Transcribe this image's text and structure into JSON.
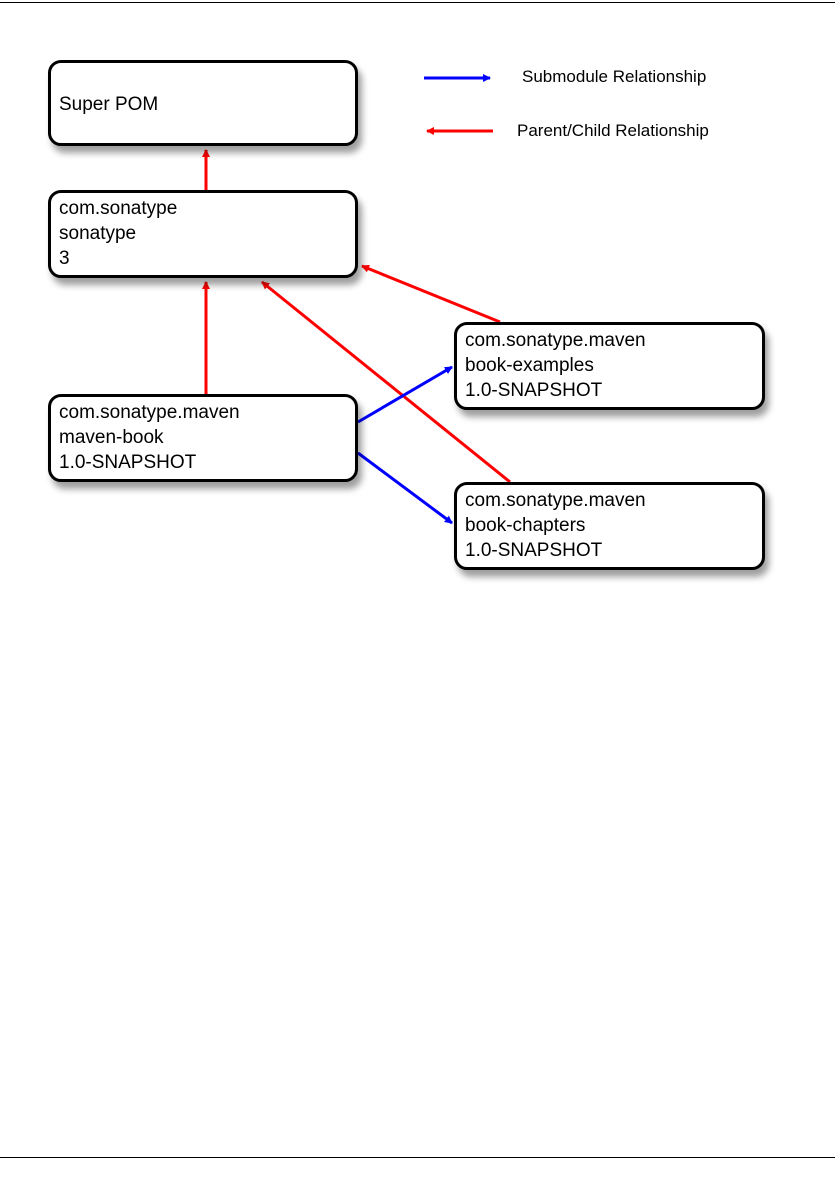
{
  "legend": {
    "submodule": {
      "label": "Submodule Relationship",
      "color": "#0000ff"
    },
    "parent_child": {
      "label": "Parent/Child Relationship",
      "color": "#ff0000"
    }
  },
  "nodes": {
    "super_pom": {
      "lines": [
        "Super POM"
      ]
    },
    "sonatype": {
      "lines": [
        "com.sonatype",
        "sonatype",
        "3"
      ]
    },
    "maven_book": {
      "lines": [
        "com.sonatype.maven",
        "maven-book",
        "1.0-SNAPSHOT"
      ]
    },
    "book_examples": {
      "lines": [
        "com.sonatype.maven",
        "book-examples",
        "1.0-SNAPSHOT"
      ]
    },
    "book_chapters": {
      "lines": [
        "com.sonatype.maven",
        "book-chapters",
        "1.0-SNAPSHOT"
      ]
    }
  },
  "relationships": [
    {
      "from": "sonatype",
      "to": "super_pom",
      "type": "parent_child"
    },
    {
      "from": "maven_book",
      "to": "sonatype",
      "type": "parent_child"
    },
    {
      "from": "book_examples",
      "to": "sonatype",
      "type": "parent_child"
    },
    {
      "from": "book_chapters",
      "to": "sonatype",
      "type": "parent_child"
    },
    {
      "from": "maven_book",
      "to": "book_examples",
      "type": "submodule"
    },
    {
      "from": "maven_book",
      "to": "book_chapters",
      "type": "submodule"
    }
  ]
}
